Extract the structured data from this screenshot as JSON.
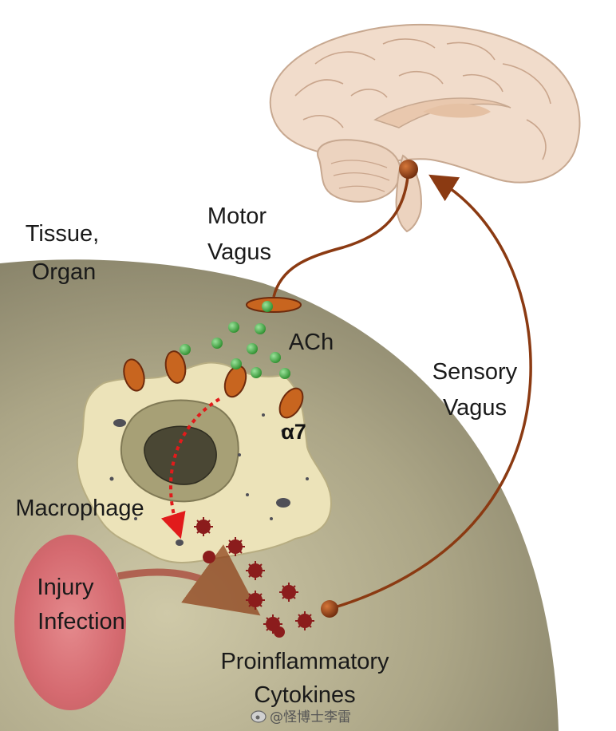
{
  "labels": {
    "tissue_line1": "Tissue,",
    "tissue_line2": "Organ",
    "motor_line1": "Motor",
    "motor_line2": "Vagus",
    "ach": "ACh",
    "sensory_line1": "Sensory",
    "sensory_line2": "Vagus",
    "alpha7": "α7",
    "macrophage": "Macrophage",
    "injury_line1": "Injury",
    "injury_line2": "Infection",
    "cytokines_line1": "Proinflammatory",
    "cytokines_line2": "Cytokines"
  },
  "watermark": "@怪博士李雷",
  "icons": {
    "watermark_logo": "weibo-icon"
  },
  "colors": {
    "nerve": "#8b3a12",
    "ach_dot": "#3fae3f",
    "cytokine": "#8b1c1c",
    "receptor": "#c8651f",
    "injury": "#d4686e",
    "signal_arrow": "#e11b1b",
    "tissue": "#b8b293",
    "macrophage": "#ede4b8",
    "brain": "#f0dccb"
  }
}
